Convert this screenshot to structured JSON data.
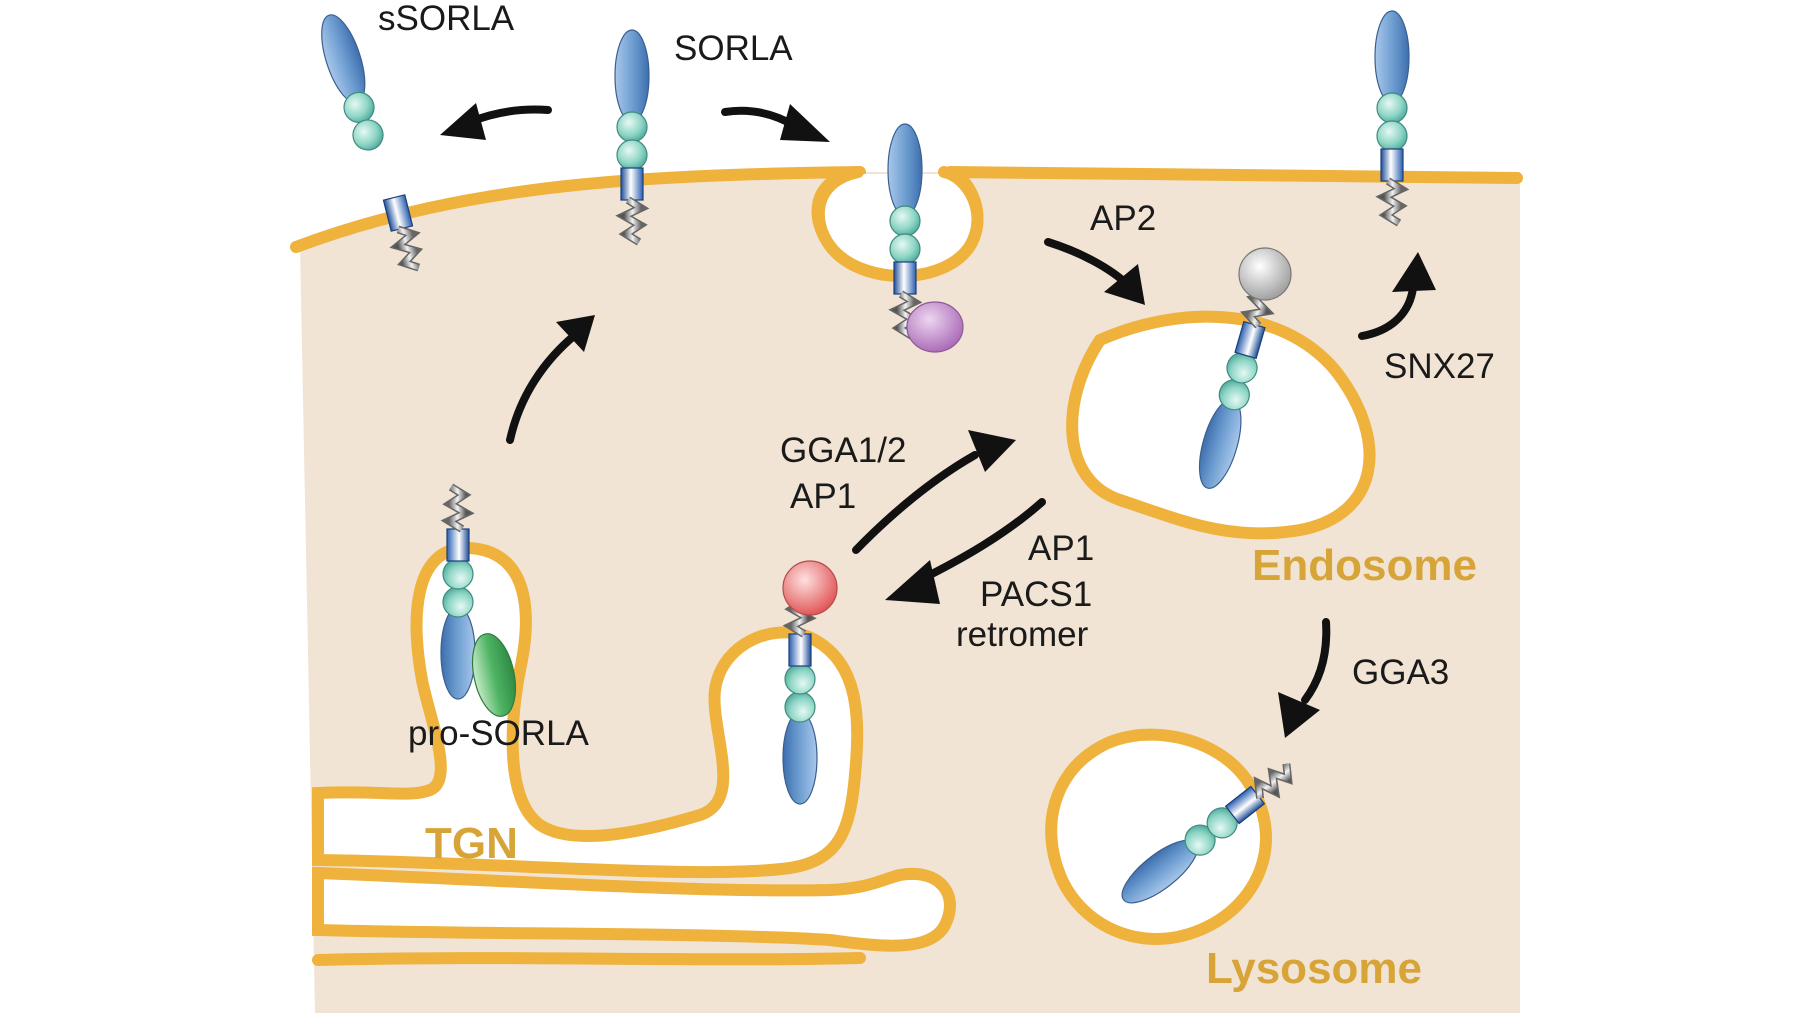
{
  "labels": {
    "ssorla": "sSORLA",
    "sorla": "SORLA",
    "ap2": "AP2",
    "snx27": "SNX27",
    "gga12": "GGA1/2",
    "ap1_a": "AP1",
    "ap1_b": "AP1",
    "pacs1": "PACS1",
    "retromer": "retromer",
    "gga3": "GGA3",
    "pro_sorla": "pro-SORLA"
  },
  "organelles": {
    "endosome": "Endosome",
    "tgn": "TGN",
    "lysosome": "Lysosome"
  },
  "colors": {
    "cytoplasm": "#f1e4d4",
    "membrane": "#eeb23d",
    "organelle_label": "#d7a437",
    "vps10p_domain": "#6f9fd2",
    "beads": "#8fd6c6",
    "propeptide": "#4fb463",
    "adaptor_ap2": "#b77fc0",
    "adaptor_gga": "#e86a6a",
    "adaptor_snx27": "#bdbdbd",
    "arrow": "#111111"
  }
}
